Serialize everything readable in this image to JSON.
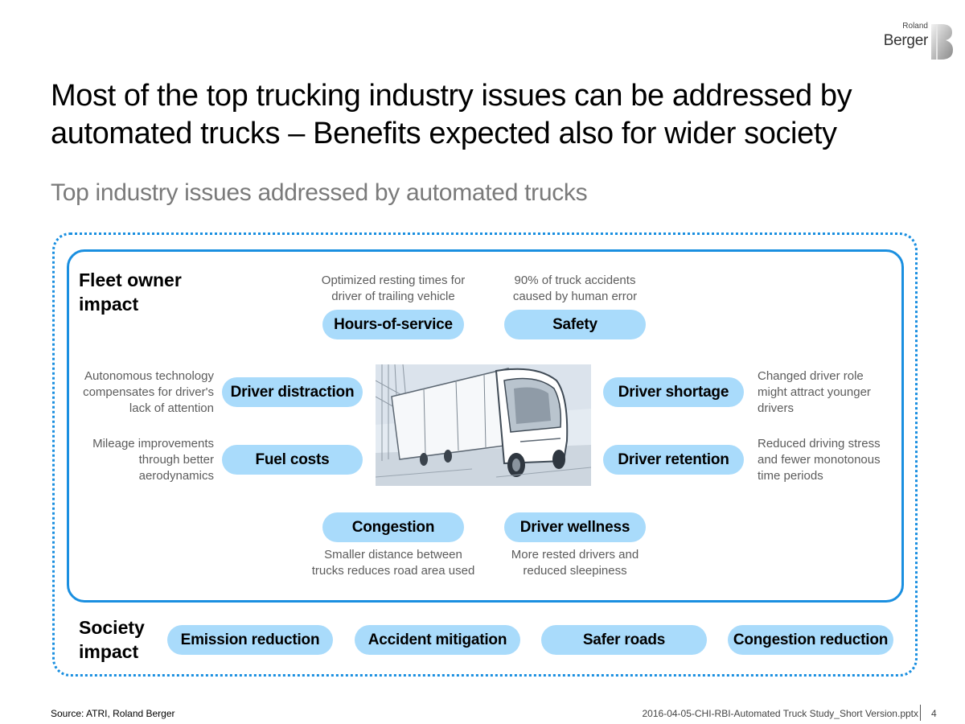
{
  "logo": {
    "small": "Roland",
    "big": "Berger"
  },
  "title": "Most of the top trucking industry issues can be addressed by automated trucks – Benefits expected also for wider society",
  "subtitle": "Top industry issues addressed by automated trucks",
  "fleet": {
    "heading_line1": "Fleet owner",
    "heading_line2": "impact",
    "issues": {
      "hours_of_service": {
        "label": "Hours-of-service",
        "desc1": "Optimized resting times for",
        "desc2": "driver of trailing vehicle"
      },
      "safety": {
        "label": "Safety",
        "desc1": "90% of truck accidents",
        "desc2": "caused by human error"
      },
      "driver_distraction": {
        "label": "Driver distraction",
        "desc1": "Autonomous technology",
        "desc2": "compensates for driver's",
        "desc3": "lack of attention"
      },
      "fuel_costs": {
        "label": "Fuel costs",
        "desc1": "Mileage improvements",
        "desc2": "through better",
        "desc3": "aerodynamics"
      },
      "driver_shortage": {
        "label": "Driver shortage",
        "desc1": "Changed driver role",
        "desc2": "might attract younger",
        "desc3": "drivers"
      },
      "driver_retention": {
        "label": "Driver retention",
        "desc1": "Reduced driving stress",
        "desc2": "and fewer monotonous",
        "desc3": "time periods"
      },
      "congestion": {
        "label": "Congestion",
        "desc1": "Smaller distance between",
        "desc2": "trucks reduces road area used"
      },
      "driver_wellness": {
        "label": "Driver wellness",
        "desc1": "More rested drivers and",
        "desc2": "reduced sleepiness"
      }
    }
  },
  "society": {
    "heading_line1": "Society",
    "heading_line2": "impact",
    "items": [
      "Emission reduction",
      "Accident mitigation",
      "Safer roads",
      "Congestion reduction"
    ]
  },
  "footer": {
    "source": "Source: ATRI, Roland Berger",
    "file": "2016-04-05-CHI-RBI-Automated Truck Study_Short Version.pptx",
    "page": "4"
  }
}
